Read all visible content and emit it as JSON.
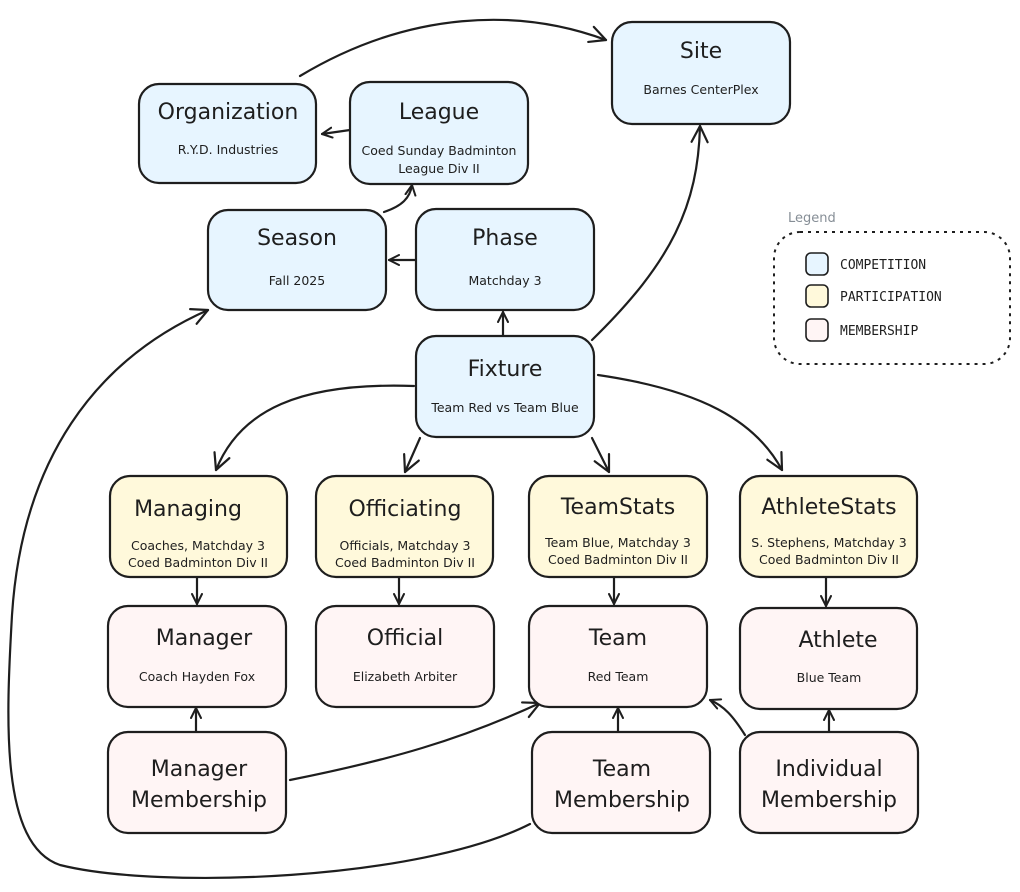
{
  "colors": {
    "competition": "#e7f5ff",
    "participation": "#fff9db",
    "membership": "#fff5f5",
    "stroke": "#1e1e1e"
  },
  "nodes": {
    "site": {
      "title": "Site",
      "lines": [
        "Barnes CenterPlex"
      ]
    },
    "organization": {
      "title": "Organization",
      "lines": [
        "R.Y.D. Industries"
      ]
    },
    "league": {
      "title": "League",
      "lines": [
        "Coed Sunday Badminton",
        "League Div II"
      ]
    },
    "season": {
      "title": "Season",
      "lines": [
        "Fall 2025"
      ]
    },
    "phase": {
      "title": "Phase",
      "lines": [
        "Matchday 3"
      ]
    },
    "fixture": {
      "title": "Fixture",
      "lines": [
        "Team Red vs Team Blue"
      ]
    },
    "managing": {
      "title": "Managing",
      "lines": [
        "Coaches, Matchday 3",
        "Coed Badminton Div II"
      ]
    },
    "officiating": {
      "title": "Officiating",
      "lines": [
        "Officials, Matchday 3",
        "Coed Badminton Div II"
      ]
    },
    "teamstats": {
      "title": "TeamStats",
      "lines": [
        "Team Blue, Matchday 3",
        "Coed Badminton Div II"
      ]
    },
    "athletestats": {
      "title": "AthleteStats",
      "lines": [
        "S. Stephens, Matchday 3",
        "Coed Badminton Div II"
      ]
    },
    "manager": {
      "title": "Manager",
      "lines": [
        "Coach Hayden Fox"
      ]
    },
    "official": {
      "title": "Official",
      "lines": [
        "Elizabeth Arbiter"
      ]
    },
    "team": {
      "title": "Team",
      "lines": [
        "Red Team"
      ]
    },
    "athlete": {
      "title": "Athlete",
      "lines": [
        "Blue Team"
      ]
    },
    "manager_membership": {
      "title": "Manager\nMembership",
      "lines": []
    },
    "team_membership": {
      "title": "Team\nMembership",
      "lines": []
    },
    "individual_membership": {
      "title": "Individual\nMembership",
      "lines": []
    }
  },
  "legend": {
    "title": "Legend",
    "items": [
      {
        "label": "COMPETITION",
        "color": "#e7f5ff"
      },
      {
        "label": "PARTICIPATION",
        "color": "#fff9db"
      },
      {
        "label": "MEMBERSHIP",
        "color": "#fff5f5"
      }
    ]
  }
}
